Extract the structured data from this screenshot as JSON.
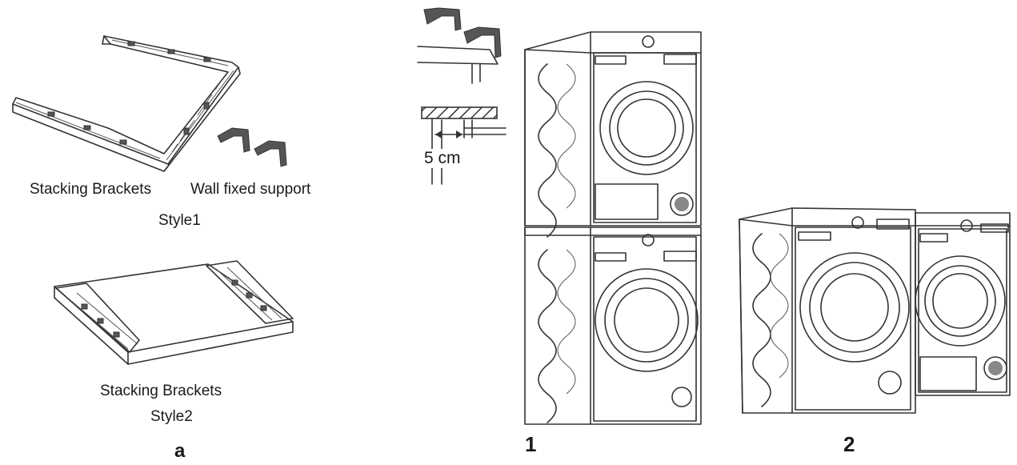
{
  "panel_a": {
    "style1": {
      "stacking_brackets_label": "Stacking Brackets",
      "wall_support_label": "Wall fixed support",
      "style_label": "Style1"
    },
    "style2": {
      "stacking_brackets_label": "Stacking Brackets",
      "style_label": "Style2"
    },
    "figure_label": "a"
  },
  "wall_detail": {
    "distance_label": "5 cm"
  },
  "figure_1": {
    "label": "1"
  },
  "figure_2": {
    "label": "2"
  }
}
